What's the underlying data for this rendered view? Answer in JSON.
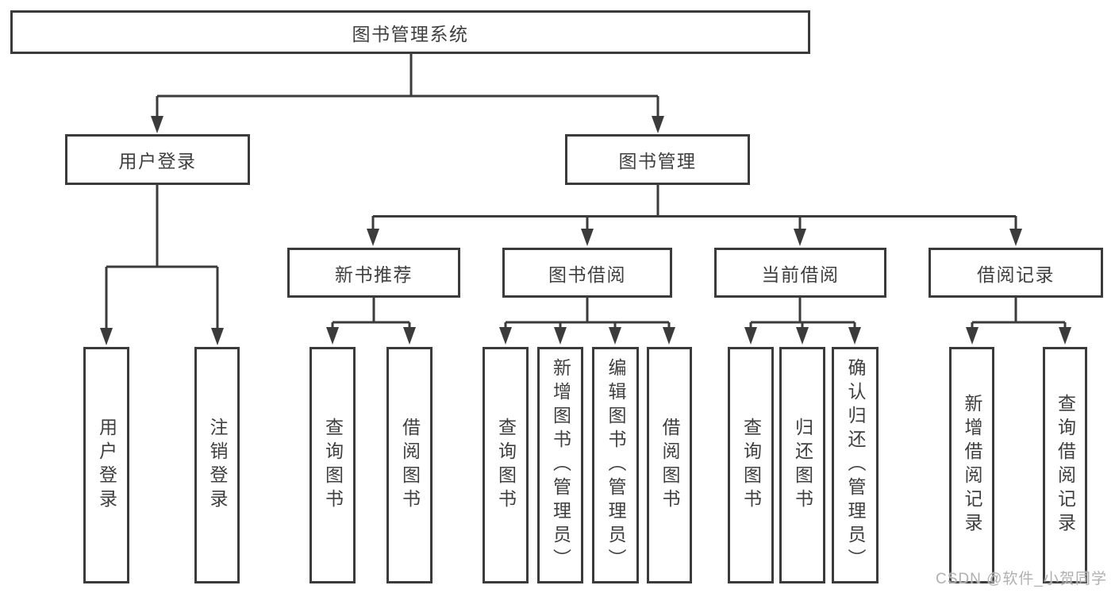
{
  "tree": {
    "root": "图书管理系统",
    "branches": [
      {
        "label": "用户登录",
        "leaves": [
          "用户登录",
          "注销登录"
        ]
      },
      {
        "label": "图书管理",
        "groups": [
          {
            "label": "新书推荐",
            "leaves": [
              "查询图书",
              "借阅图书"
            ]
          },
          {
            "label": "图书借阅",
            "leaves": [
              "查询图书",
              "新增图书（管理员）",
              "编辑图书（管理员）",
              "借阅图书"
            ]
          },
          {
            "label": "当前借阅",
            "leaves": [
              "查询图书",
              "归还图书",
              "确认归还（管理员）"
            ]
          },
          {
            "label": "借阅记录",
            "leaves": [
              "新增借阅记录",
              "查询借阅记录"
            ]
          }
        ]
      }
    ]
  },
  "watermark": "CSDN @软件_小贺同学",
  "colors": {
    "line": "#3b3b3b",
    "text": "#3f3f3f",
    "background": "#ffffff",
    "watermark": "#b0b0b0"
  }
}
